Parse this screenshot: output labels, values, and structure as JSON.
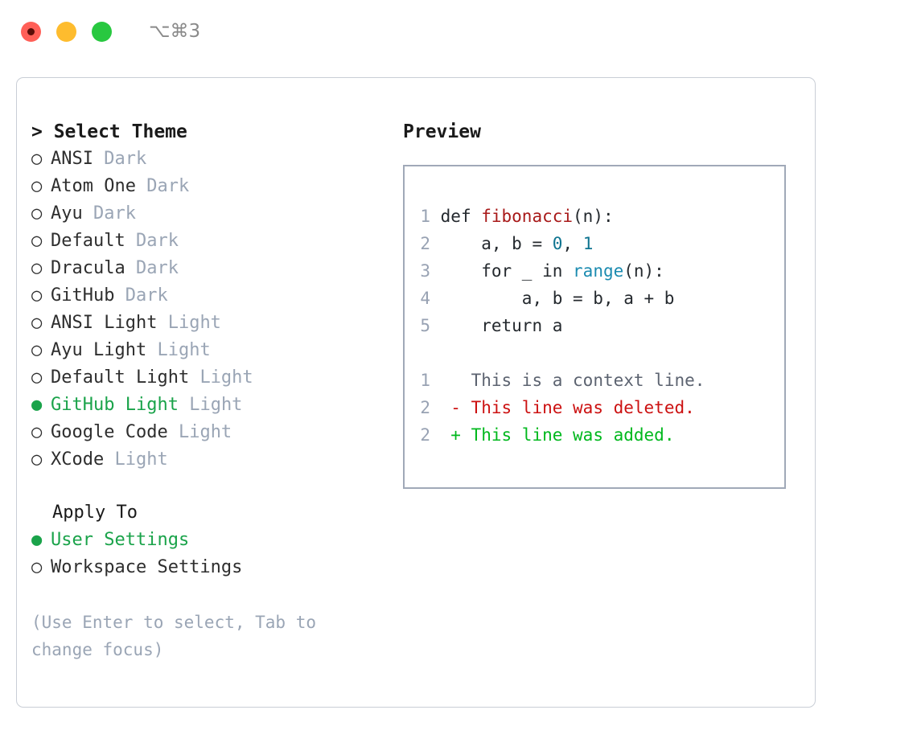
{
  "titlebar": {
    "shortcut": "⌥⌘3",
    "lights": [
      "close-red",
      "minimize-yellow",
      "maximize-green"
    ]
  },
  "theme_picker": {
    "title": "> Select Theme",
    "bullet_unselected": "○",
    "bullet_selected": "●",
    "items": [
      {
        "bullet": "○",
        "name": "ANSI",
        "tag": "Dark",
        "selected": false
      },
      {
        "bullet": "○",
        "name": "Atom One",
        "tag": "Dark",
        "selected": false
      },
      {
        "bullet": "○",
        "name": "Ayu",
        "tag": "Dark",
        "selected": false
      },
      {
        "bullet": "○",
        "name": "Default",
        "tag": "Dark",
        "selected": false
      },
      {
        "bullet": "○",
        "name": "Dracula",
        "tag": "Dark",
        "selected": false
      },
      {
        "bullet": "○",
        "name": "GitHub",
        "tag": "Dark",
        "selected": false
      },
      {
        "bullet": "○",
        "name": "ANSI Light",
        "tag": "Light",
        "selected": false
      },
      {
        "bullet": "○",
        "name": "Ayu Light",
        "tag": "Light",
        "selected": false
      },
      {
        "bullet": "○",
        "name": "Default Light",
        "tag": "Light",
        "selected": false
      },
      {
        "bullet": "●",
        "name": "GitHub Light",
        "tag": "Light",
        "selected": true
      },
      {
        "bullet": "○",
        "name": "Google Code",
        "tag": "Light",
        "selected": false
      },
      {
        "bullet": "○",
        "name": "XCode",
        "tag": "Light",
        "selected": false
      }
    ]
  },
  "apply_to": {
    "title": "Apply To",
    "items": [
      {
        "bullet": "●",
        "name": "User Settings",
        "selected": true
      },
      {
        "bullet": "○",
        "name": "Workspace Settings",
        "selected": false
      }
    ]
  },
  "hint": "(Use Enter to select, Tab to change focus)",
  "preview": {
    "title": "Preview",
    "code_lines": [
      {
        "no": "1",
        "tokens": [
          {
            "t": "def ",
            "c": "plain"
          },
          {
            "t": "fibonacci",
            "c": "fn"
          },
          {
            "t": "(n):",
            "c": "plain"
          }
        ]
      },
      {
        "no": "2",
        "tokens": [
          {
            "t": "    a, b = ",
            "c": "plain"
          },
          {
            "t": "0",
            "c": "num"
          },
          {
            "t": ", ",
            "c": "plain"
          },
          {
            "t": "1",
            "c": "num"
          }
        ]
      },
      {
        "no": "3",
        "tokens": [
          {
            "t": "    for _ in ",
            "c": "plain"
          },
          {
            "t": "range",
            "c": "bi"
          },
          {
            "t": "(n):",
            "c": "plain"
          }
        ]
      },
      {
        "no": "4",
        "tokens": [
          {
            "t": "        a, b = b, a + b",
            "c": "plain"
          }
        ]
      },
      {
        "no": "5",
        "tokens": [
          {
            "t": "    return a",
            "c": "plain"
          }
        ]
      }
    ],
    "diff_lines": [
      {
        "no": "1",
        "marker": " ",
        "text": " This is a context line.",
        "kind": "context"
      },
      {
        "no": "2",
        "marker": "-",
        "text": " This line was deleted.",
        "kind": "deleted"
      },
      {
        "no": "2",
        "marker": "+",
        "text": " This line was added.",
        "kind": "added"
      }
    ]
  },
  "colors": {
    "accent_green": "#1aa34a",
    "tag_gray": "#9aa5b5",
    "line_number": "#98a2b3",
    "function_red": "#a81919",
    "number_teal": "#0e7490",
    "builtin_blue": "#1b8bb0",
    "diff_deleted": "#cc1111",
    "diff_added": "#00b81d",
    "panel_border": "#c9ced6",
    "preview_border": "#a0a9b8"
  }
}
